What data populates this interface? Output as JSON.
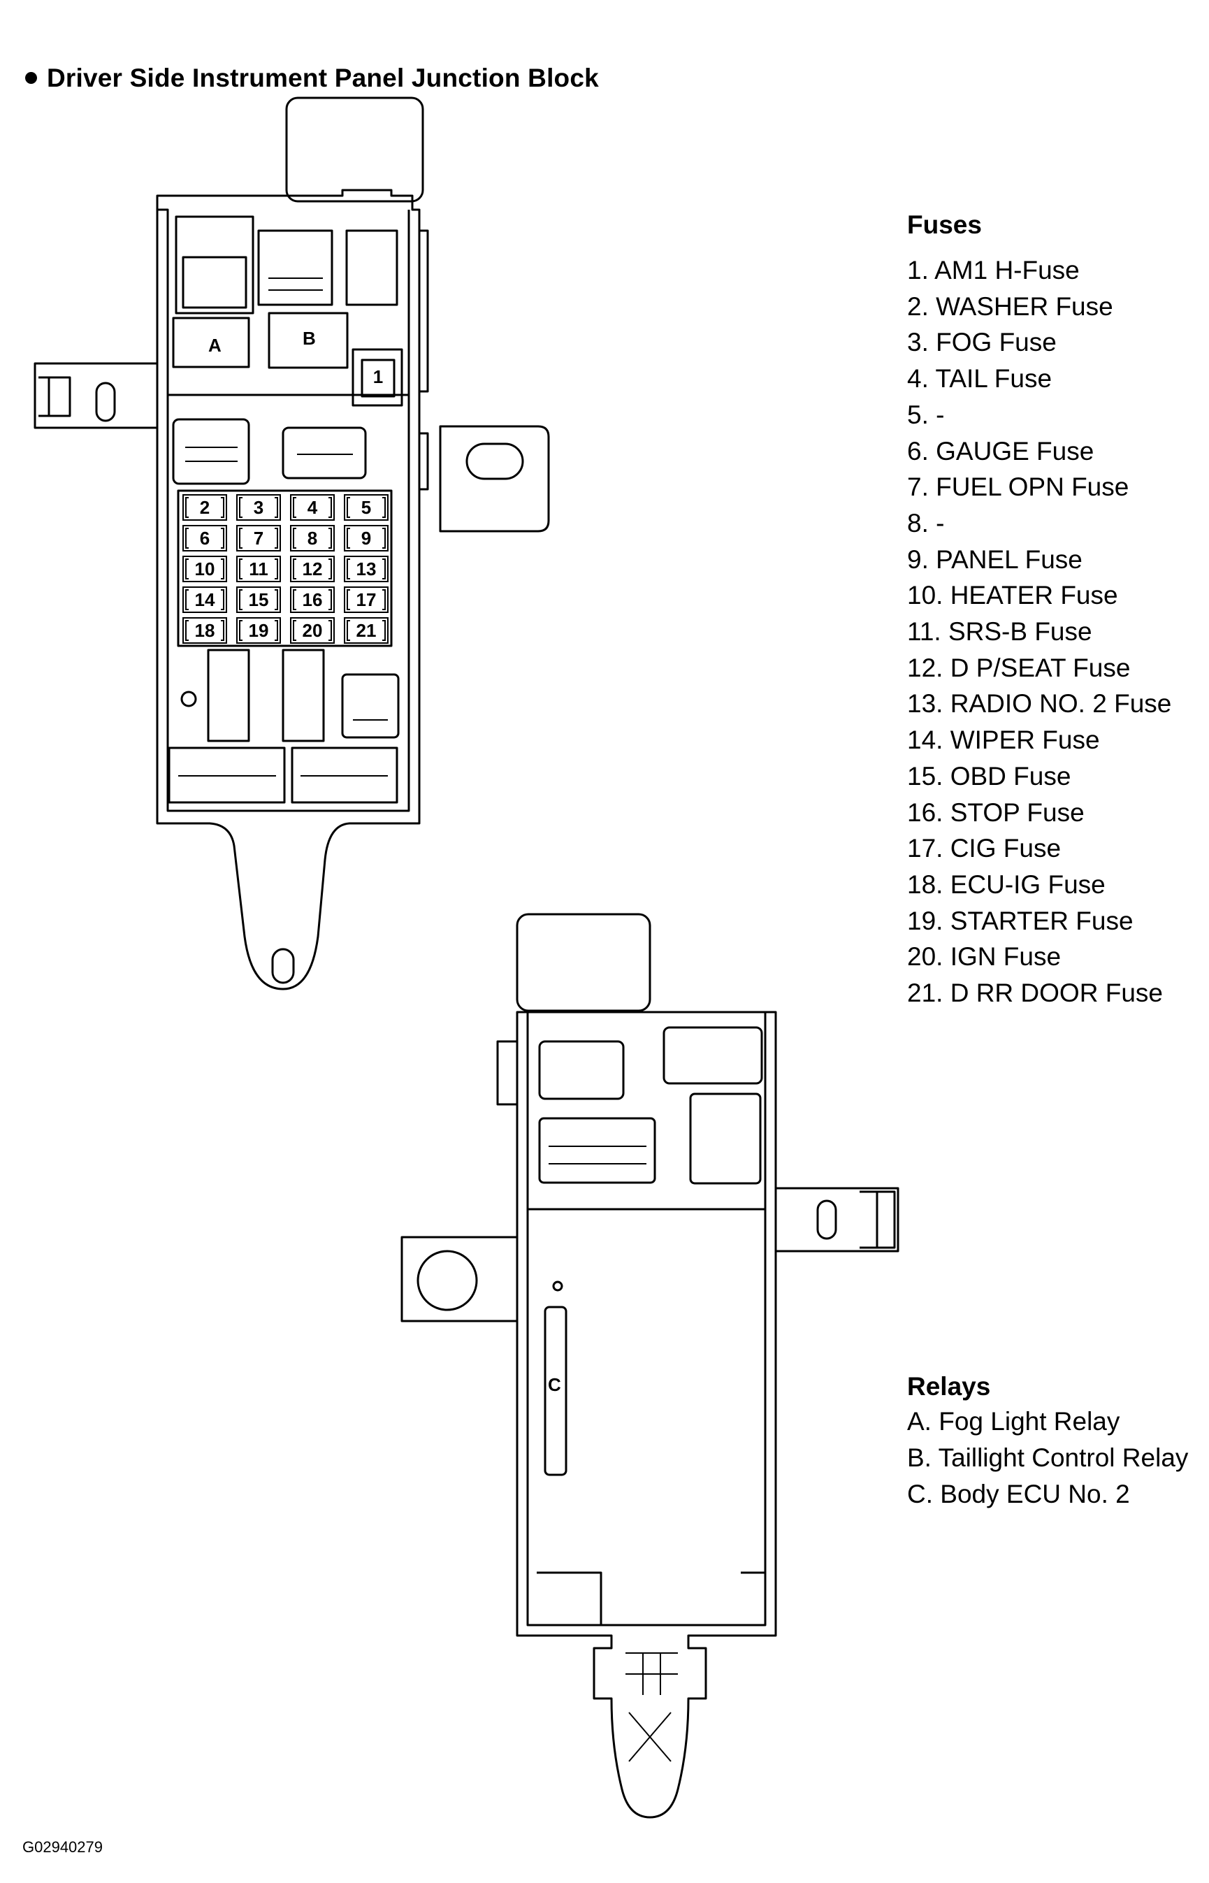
{
  "diagram": {
    "title": "Driver Side Instrument Panel Junction Block",
    "figure_code": "G02940279",
    "top_block": {
      "relay_labels": [
        "A",
        "B"
      ],
      "fuse_1_label": "1",
      "fuse_grid_labels": [
        [
          "2",
          "3",
          "4",
          "5"
        ],
        [
          "6",
          "7",
          "8",
          "9"
        ],
        [
          "10",
          "11",
          "12",
          "13"
        ],
        [
          "14",
          "15",
          "16",
          "17"
        ],
        [
          "18",
          "19",
          "20",
          "21"
        ]
      ]
    },
    "bottom_block": {
      "ecu_label": "C"
    },
    "fuses": {
      "heading": "Fuses",
      "items": [
        "1. AM1 H-Fuse",
        "2. WASHER Fuse",
        "3. FOG Fuse",
        "4. TAIL Fuse",
        "5.  -",
        "6. GAUGE Fuse",
        "7. FUEL OPN Fuse",
        "8.  -",
        "9. PANEL Fuse",
        "10. HEATER Fuse",
        "11. SRS-B Fuse",
        "12. D P/SEAT Fuse",
        "13. RADIO NO. 2 Fuse",
        "14. WIPER Fuse",
        "15. OBD Fuse",
        "16. STOP Fuse",
        "17. CIG Fuse",
        "18. ECU-IG Fuse",
        "19. STARTER Fuse",
        "20. IGN Fuse",
        "21. D RR DOOR Fuse"
      ]
    },
    "relays": {
      "heading": "Relays",
      "items": [
        "A. Fog Light Relay",
        "B. Taillight Control Relay",
        "C. Body ECU No. 2"
      ]
    }
  }
}
